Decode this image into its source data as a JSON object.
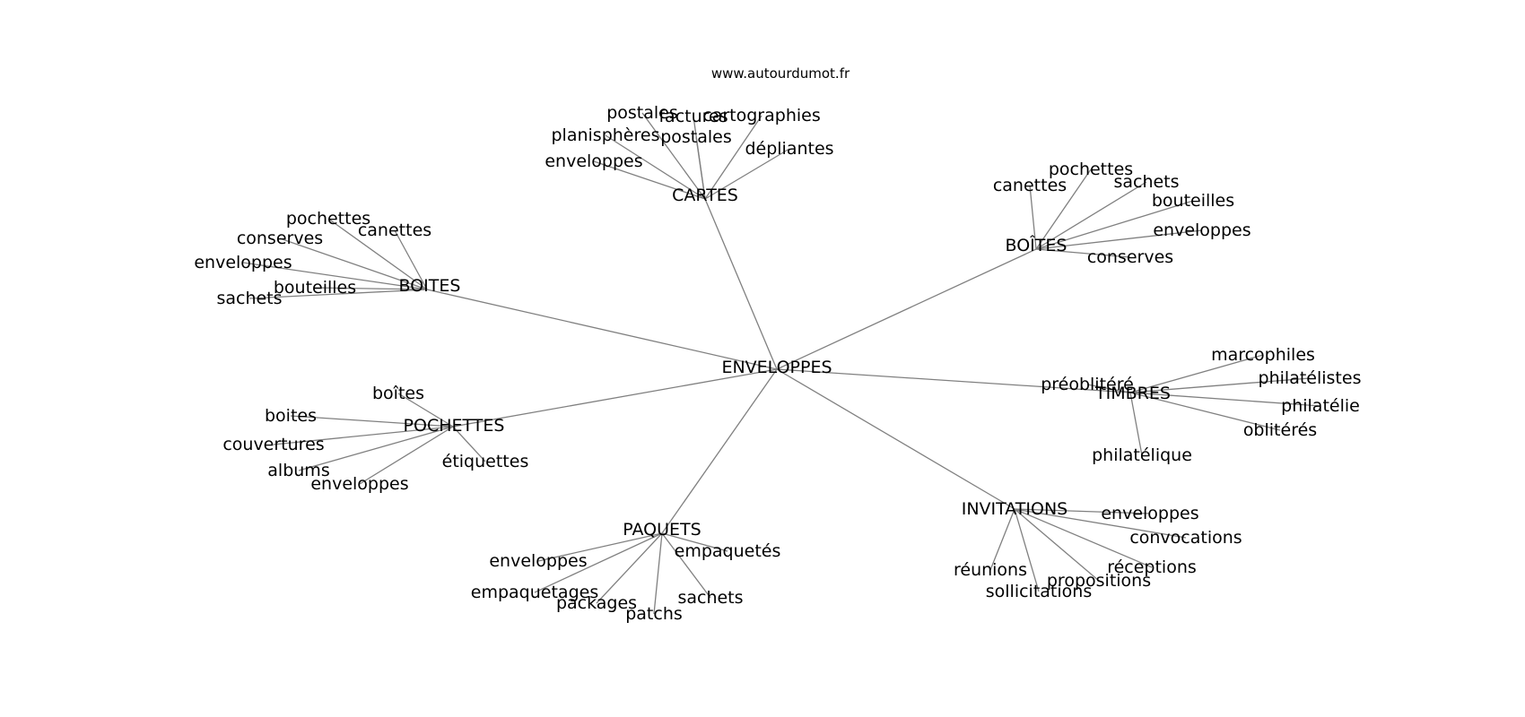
{
  "site": "www.autourdumot.fr",
  "center": {
    "label": "ENVELOPPES"
  },
  "clusters": [
    {
      "label": "CARTES",
      "children": [
        "postales",
        "factures",
        "cartographies",
        "planisphères",
        "postales",
        "enveloppes",
        "dépliantes"
      ]
    },
    {
      "label": "BOÎTES",
      "children": [
        "pochettes",
        "canettes",
        "sachets",
        "bouteilles",
        "enveloppes",
        "conserves"
      ]
    },
    {
      "label": "BOITES",
      "children": [
        "pochettes",
        "canettes",
        "conserves",
        "enveloppes",
        "bouteilles",
        "sachets"
      ]
    },
    {
      "label": "TIMBRES",
      "children": [
        "marcophiles",
        "préoblitéré",
        "philatélistes",
        "philatélie",
        "oblitérés",
        "philatélique"
      ]
    },
    {
      "label": "POCHETTES",
      "children": [
        "boîtes",
        "boites",
        "couvertures",
        "albums",
        "enveloppes",
        "étiquettes"
      ]
    },
    {
      "label": "INVITATIONS",
      "children": [
        "enveloppes",
        "convocations",
        "réceptions",
        "propositions",
        "réunions",
        "sollicitations"
      ]
    },
    {
      "label": "PAQUETS",
      "children": [
        "enveloppes",
        "empaquetés",
        "empaquetages",
        "packages",
        "sachets",
        "patchs"
      ]
    }
  ]
}
